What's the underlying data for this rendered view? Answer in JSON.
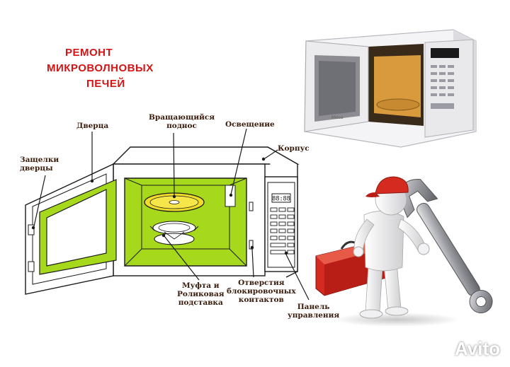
{
  "title": {
    "line1": "РЕМОНТ",
    "line2": "МИКРОВОЛНОВЫХ",
    "line3": "ПЕЧЕЙ"
  },
  "labels": {
    "door": "Дверца",
    "latches_1": "Защелки",
    "latches_2": "дверцы",
    "turntable_1": "Вращающийся",
    "turntable_2": "поднос",
    "lighting": "Освещение",
    "housing": "Корпус",
    "coupling_1": "Муфта и",
    "coupling_2": "Роликовая",
    "coupling_3": "подставка",
    "holes_1": "Отверстия",
    "holes_2": "блокировочных",
    "holes_3": "контактов",
    "panel_1": "Панель",
    "panel_2": "управления"
  },
  "display_text": "88:88",
  "photo_brand": "Midea",
  "watermark": "Avito",
  "colors": {
    "title": "#d41515",
    "cavity": "#a6d81c",
    "tray": "#f2dc2a",
    "toolbox": "#d42a20",
    "cap": "#d42a20"
  }
}
